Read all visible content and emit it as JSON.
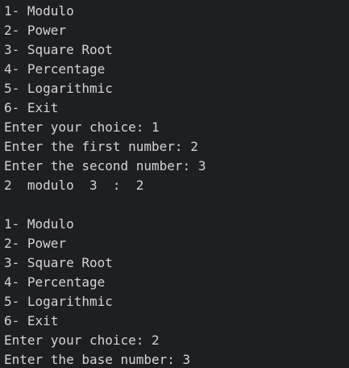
{
  "terminal": {
    "lines": [
      "1- Modulo",
      "2- Power",
      "3- Square Root",
      "4- Percentage",
      "5- Logarithmic",
      "6- Exit",
      "Enter your choice: 1",
      "Enter the first number: 2",
      "Enter the second number: 3",
      "2  modulo  3  :  2",
      "",
      "1- Modulo",
      "2- Power",
      "3- Square Root",
      "4- Percentage",
      "5- Logarithmic",
      "6- Exit",
      "Enter your choice: 2",
      "Enter the base number: 3"
    ]
  },
  "colors": {
    "background": "#1e1f22",
    "text": "#d4d4d4"
  }
}
